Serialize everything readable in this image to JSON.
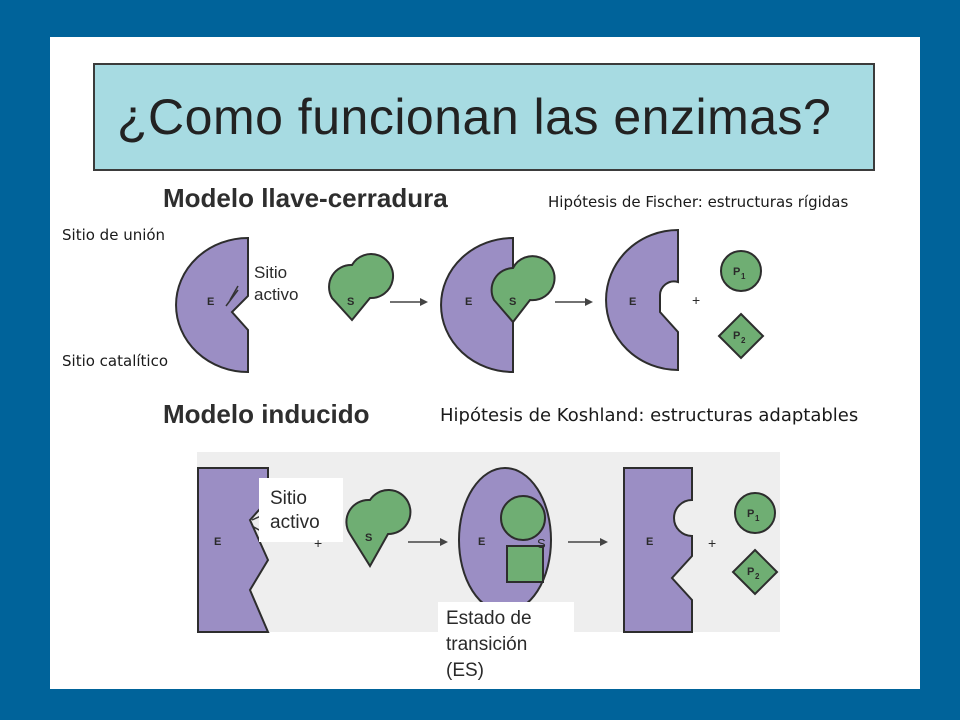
{
  "title": "¿Como funcionan las enzimas?",
  "lock_key": {
    "heading": "Modelo llave-cerradura",
    "hypothesis": "Hipótesis de Fischer: estructuras rígidas",
    "binding_site": "Sitio de unión",
    "catalytic_site": "Sitio catalítico",
    "active_site_line1": "Sitio",
    "active_site_line2": "activo"
  },
  "induced_fit": {
    "heading": "Modelo inducido",
    "hypothesis": "Hipótesis de Koshland: estructuras adaptables",
    "active_site_line1": "Sitio",
    "active_site_line2": "activo",
    "transition_line1": "Estado de",
    "transition_line2": "transición",
    "transition_line3": "(ES)"
  },
  "symbols": {
    "enzyme": "E",
    "substrate": "S",
    "plus": "+",
    "product1": "P",
    "product1_sub": "1",
    "product2": "P",
    "product2_sub": "2"
  },
  "colors": {
    "background": "#00639a",
    "title_box": "#a7dbe2",
    "enzyme": "#9b8ec4",
    "substrate": "#6fae73",
    "outline": "#2d2d2d"
  }
}
